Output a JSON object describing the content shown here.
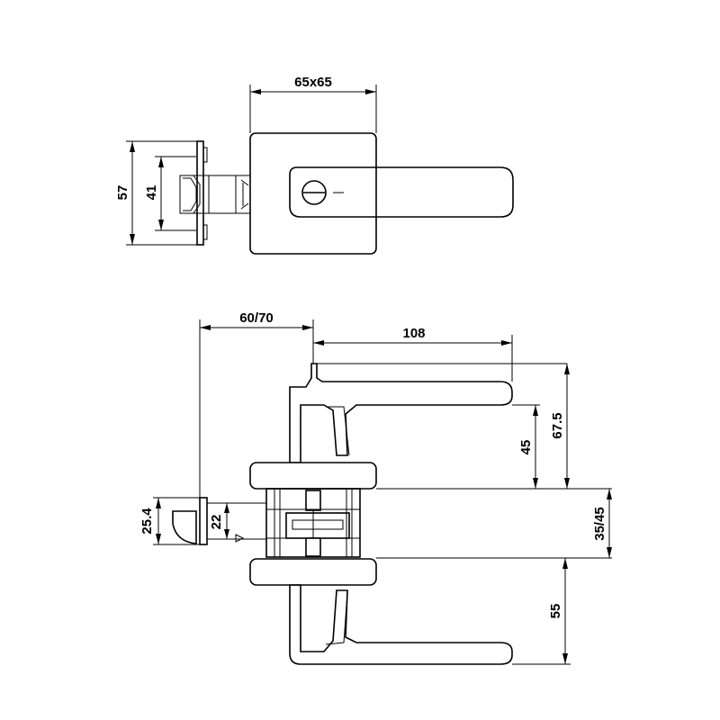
{
  "dimensions": {
    "rose_size": "65x65",
    "latch_plate_height": "57",
    "latch_inner_height": "41",
    "backset": "60/70",
    "lever_length": "108",
    "lever_projection_top": "67.5",
    "lever_projection": "45",
    "door_thickness": "35/45",
    "lever_projection_bottom": "55",
    "latch_face": "25.4",
    "latch_bolt": "22"
  }
}
